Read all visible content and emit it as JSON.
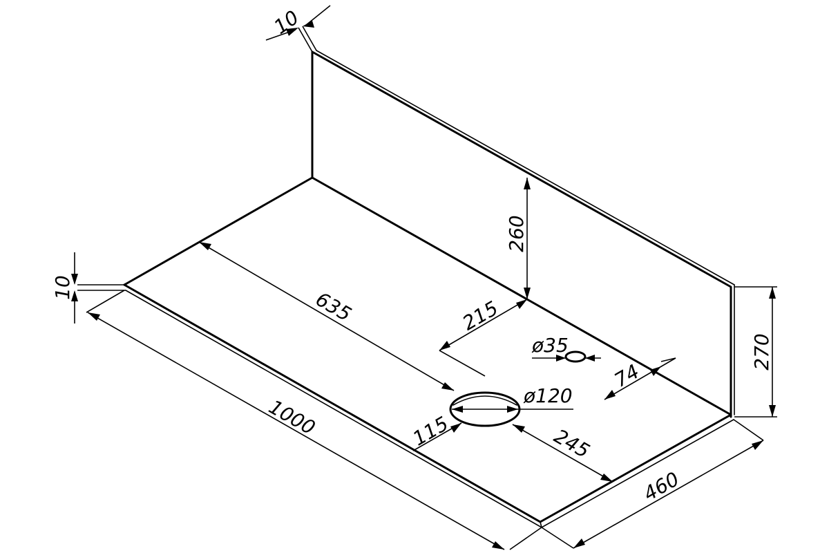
{
  "drawing": {
    "colors": {
      "line": "#000000",
      "background": "#ffffff"
    },
    "dimensions": {
      "back_panel_thickness": "10",
      "front_thickness": "10",
      "length": "1000",
      "depth": "460",
      "back_height": "270",
      "inner_height": "260",
      "sink_offset": "635",
      "tap_offset": "215",
      "sink_diameter": "ø120",
      "tap_diameter": "ø35",
      "tap_to_wall": "74",
      "sink_to_front": "115",
      "sink_to_back": "245"
    }
  }
}
